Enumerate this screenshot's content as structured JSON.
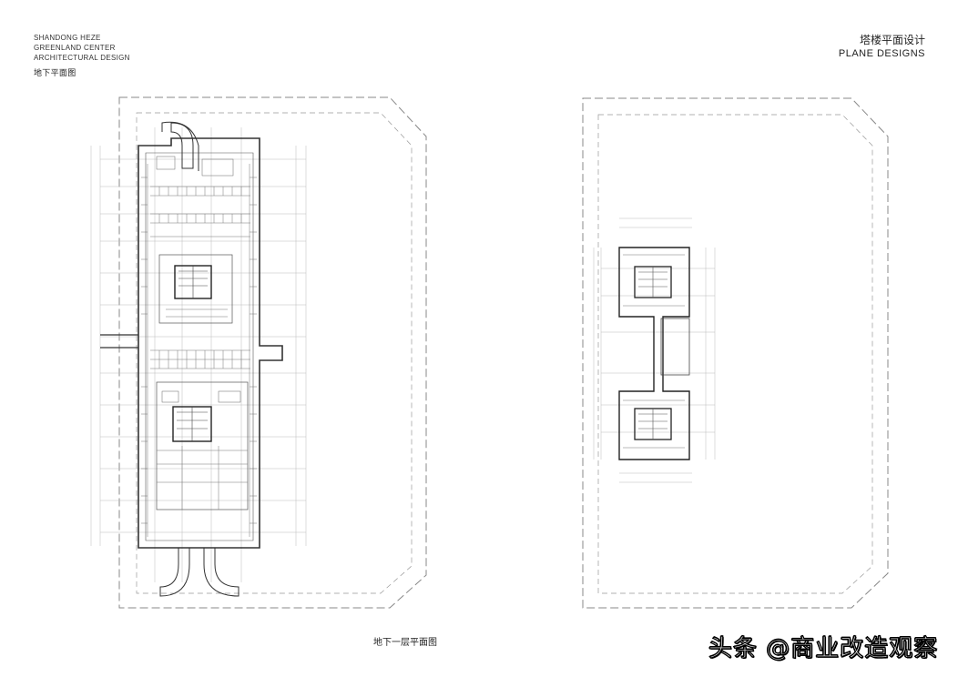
{
  "header": {
    "project_lines": [
      "SHANDONG HEZE",
      "GREENLAND CENTER",
      "ARCHITECTURAL DESIGN"
    ],
    "sheet_subtitle": "地下平面图",
    "section_title_cn": "塔楼平面设计",
    "section_title_en": "PLANE DESIGNS"
  },
  "drawings": {
    "left_caption": "地下一层平面图"
  },
  "watermark": "头条 @商业改造观察",
  "colors": {
    "line": "#444444",
    "dim": "#999999",
    "dash": "#888888"
  }
}
